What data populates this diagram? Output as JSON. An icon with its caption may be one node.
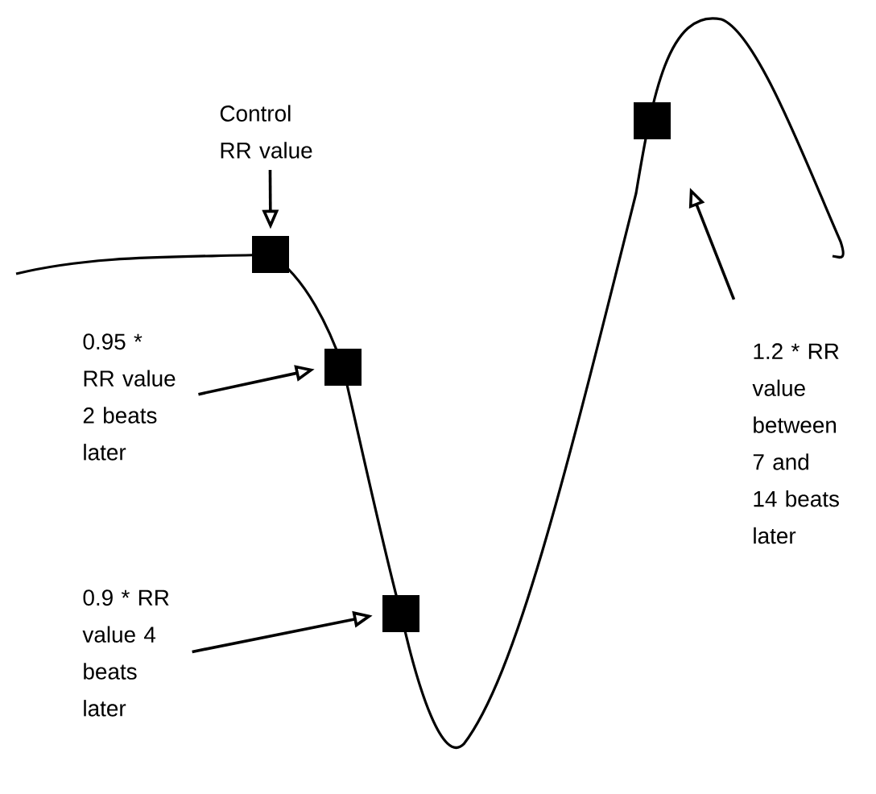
{
  "diagram": {
    "nodes": [
      {
        "text": [
          "Control RR value"
        ]
      },
      {
        "text": [
          "0.95 * RR value 2 beats later"
        ]
      },
      {
        "text": [
          "0.9 * RR value 4 beats later"
        ]
      },
      {
        "text": [
          "1.2 * RR value between 7 and 14 beats later"
        ]
      },
      {
        "text": [],
        "shape": "box"
      },
      {
        "text": [],
        "shape": "box"
      },
      {
        "text": [],
        "shape": "box"
      },
      {
        "text": [],
        "shape": "box"
      }
    ],
    "edges": [
      {
        "from": 0,
        "to": 4,
        "arrow": "to"
      },
      {
        "from": 1,
        "to": 5,
        "arrow": "to"
      },
      {
        "from": 2,
        "to": 6,
        "arrow": "to"
      },
      {
        "from": 3,
        "to": 7,
        "arrow": "to"
      }
    ]
  }
}
